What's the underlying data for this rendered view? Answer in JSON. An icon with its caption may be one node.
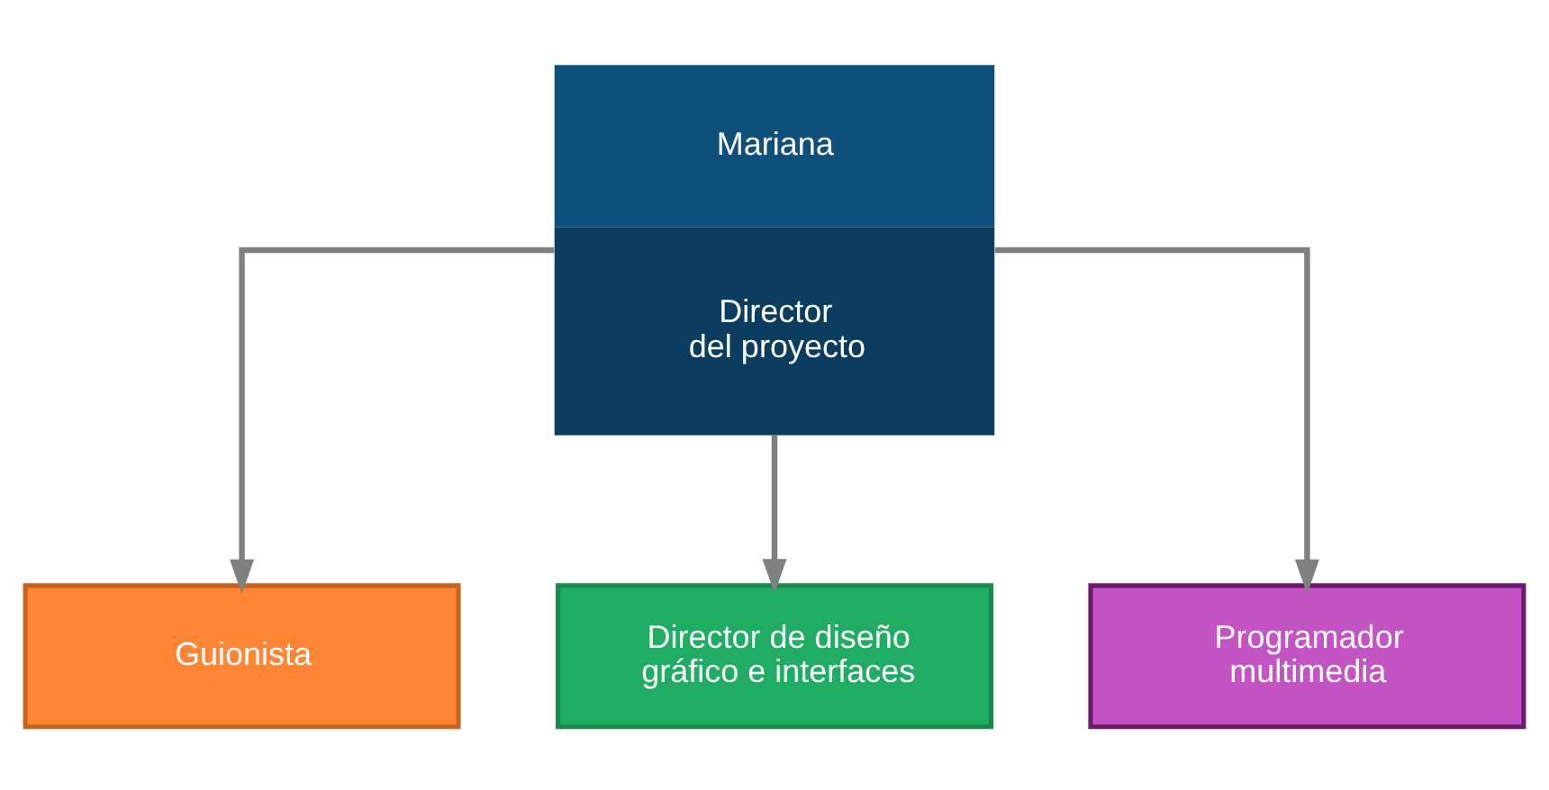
{
  "diagram": {
    "nodes": [
      {
        "text": [
          "Mariana",
          "Director del proyecto"
        ]
      },
      {
        "text": [
          "Guionista"
        ]
      },
      {
        "text": [
          "Director de diseño gráfico e interfaces"
        ]
      },
      {
        "text": [
          "Programador multimedia"
        ]
      }
    ],
    "edges": [
      {
        "from": 0,
        "to": 1,
        "arrow": "to"
      },
      {
        "from": 0,
        "to": 2,
        "arrow": "to"
      },
      {
        "from": 0,
        "to": 3,
        "arrow": "to"
      }
    ]
  }
}
